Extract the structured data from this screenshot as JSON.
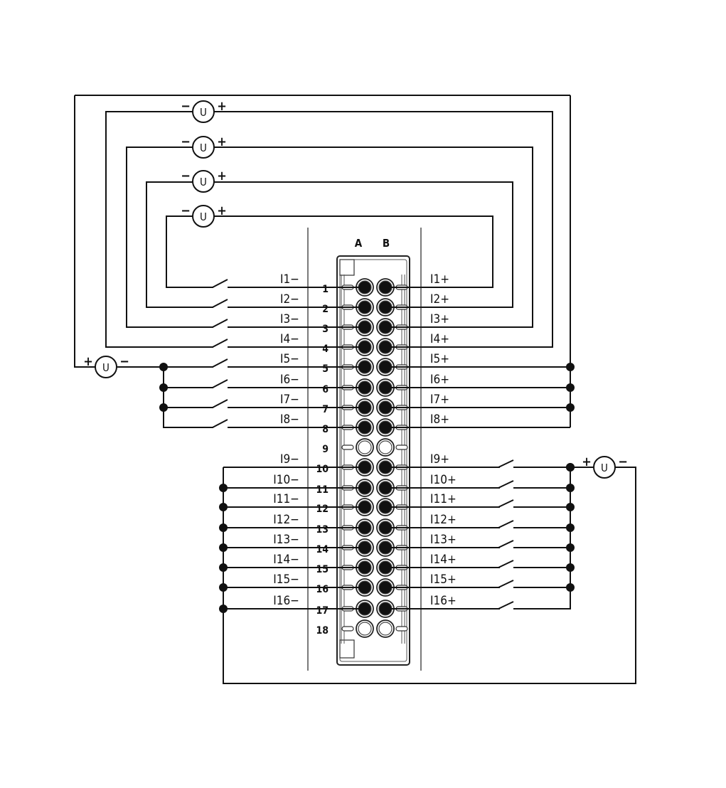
{
  "connector": {
    "column_a": "A",
    "column_b": "B",
    "pins": [
      "1",
      "2",
      "3",
      "4",
      "5",
      "6",
      "7",
      "8",
      "9",
      "10",
      "11",
      "12",
      "13",
      "14",
      "15",
      "16",
      "17",
      "18"
    ],
    "empty_pins": [
      "9",
      "18"
    ]
  },
  "inputs": [
    {
      "minus": "I1−",
      "plus": "I1+"
    },
    {
      "minus": "I2−",
      "plus": "I2+"
    },
    {
      "minus": "I3−",
      "plus": "I3+"
    },
    {
      "minus": "I4−",
      "plus": "I4+"
    },
    {
      "minus": "I5−",
      "plus": "I5+"
    },
    {
      "minus": "I6−",
      "plus": "I6+"
    },
    {
      "minus": "I7−",
      "plus": "I7+"
    },
    {
      "minus": "I8−",
      "plus": "I8+"
    },
    {
      "minus": "I9−",
      "plus": "I9+"
    },
    {
      "minus": "I10−",
      "plus": "I10+"
    },
    {
      "minus": "I11−",
      "plus": "I11+"
    },
    {
      "minus": "I12−",
      "plus": "I12+"
    },
    {
      "minus": "I13−",
      "plus": "I13+"
    },
    {
      "minus": "I14−",
      "plus": "I14+"
    },
    {
      "minus": "I15−",
      "plus": "I15+"
    },
    {
      "minus": "I16−",
      "plus": "I16+"
    }
  ],
  "sources": [
    {
      "symbol": "U",
      "left_sign": "−",
      "right_sign": "+"
    },
    {
      "symbol": "U",
      "left_sign": "−",
      "right_sign": "+"
    },
    {
      "symbol": "U",
      "left_sign": "−",
      "right_sign": "+"
    },
    {
      "symbol": "U",
      "left_sign": "−",
      "right_sign": "+"
    },
    {
      "symbol": "U",
      "left_sign": "+",
      "right_sign": "−"
    },
    {
      "symbol": "U",
      "left_sign": "+",
      "right_sign": "−"
    }
  ]
}
